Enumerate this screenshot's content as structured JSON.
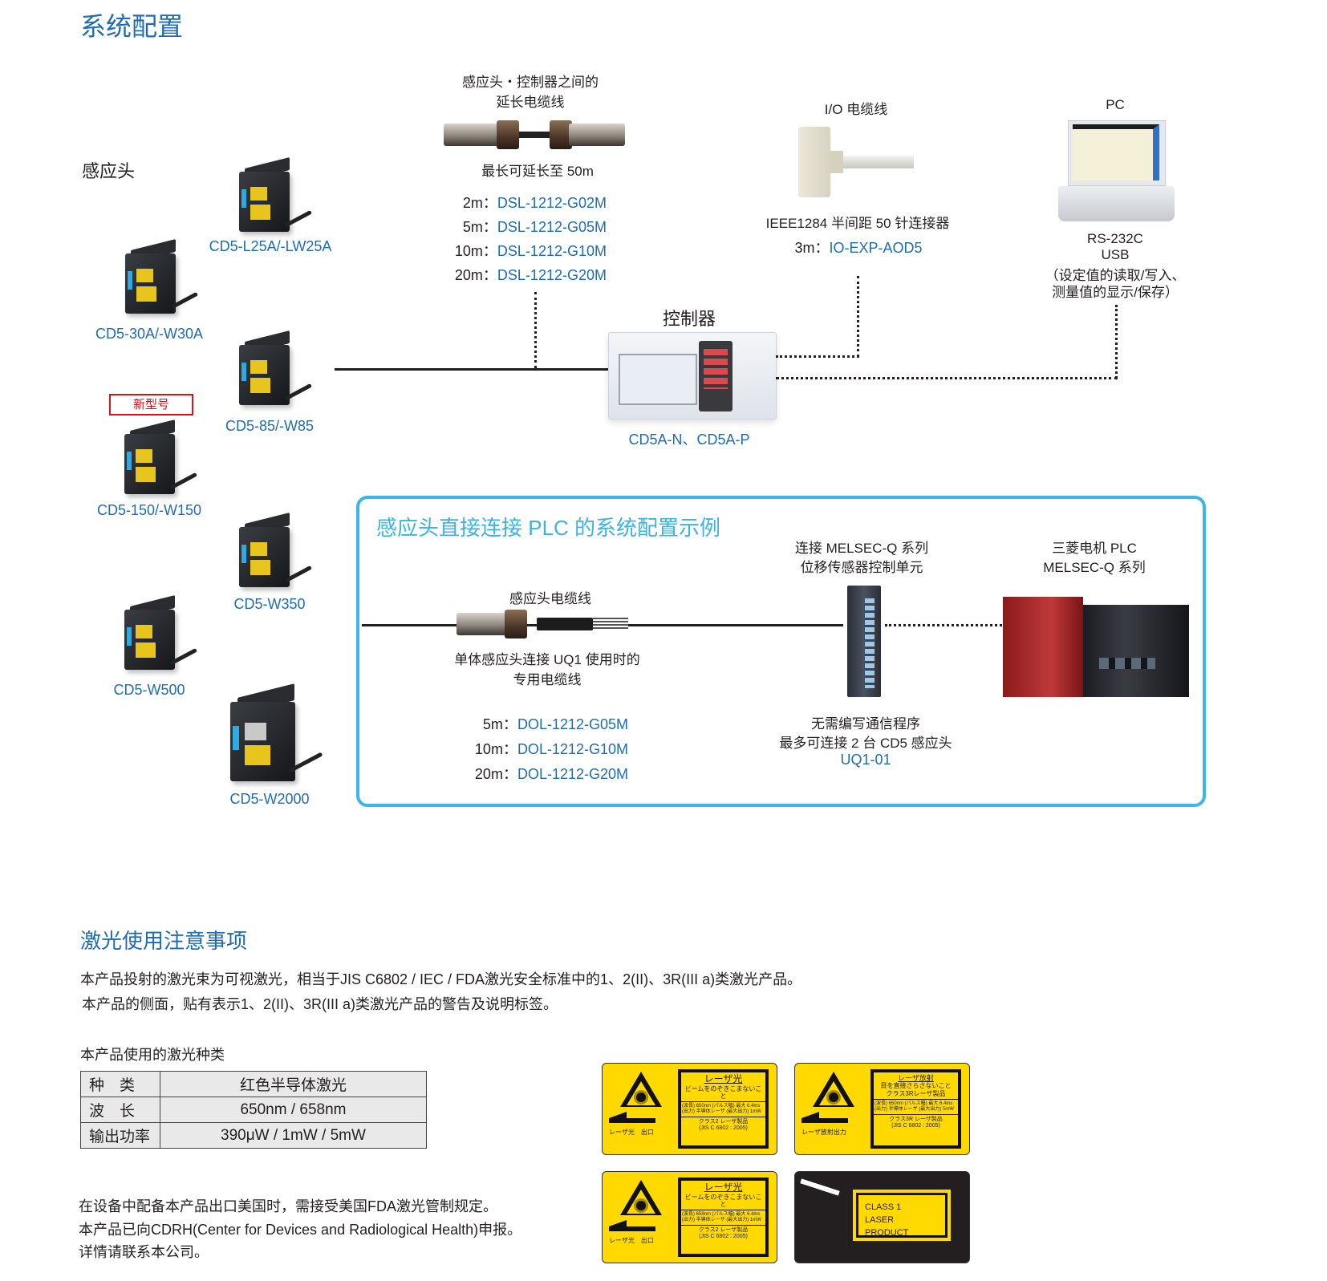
{
  "system": {
    "title": "系统配置",
    "sensor_heading": "感应头",
    "new_model_badge": "新型号",
    "sensors": [
      "CD5-L25A/-LW25A",
      "CD5-30A/-W30A",
      "CD5-85/-W85",
      "CD5-150/-W150",
      "CD5-W350",
      "CD5-W500",
      "CD5-W2000"
    ],
    "ext_cable": {
      "title_line1": "感应头・控制器之间的",
      "title_line2": "延长电缆线",
      "note": "最长可延长至 50m",
      "items": [
        {
          "length": "2m：",
          "model": "DSL-1212-G02M"
        },
        {
          "length": "5m：",
          "model": "DSL-1212-G05M"
        },
        {
          "length": "10m：",
          "model": "DSL-1212-G10M"
        },
        {
          "length": "20m：",
          "model": "DSL-1212-G20M"
        }
      ]
    },
    "controller": {
      "title": "控制器",
      "models": "CD5A-N、CD5A-P"
    },
    "io_cable": {
      "title": "I/O 电缆线",
      "connector": "IEEE1284 半间距 50 针连接器",
      "length": "3m：",
      "model": "IO-EXP-AOD5"
    },
    "pc": {
      "title": "PC",
      "line1": "RS-232C",
      "line2": "USB",
      "line3": "（设定值的读取/写入、",
      "line4": "测量值的显示/保存）"
    }
  },
  "plc": {
    "title": "感应头直接连接 PLC 的系统配置示例",
    "unit_line1": "连接 MELSEC-Q 系列",
    "unit_line2": "位移传感器控制单元",
    "plc_line1": "三菱电机 PLC",
    "plc_line2": "MELSEC-Q 系列",
    "cable_title": "感应头电缆线",
    "cable_desc1": "单体感应头连接 UQ1 使用时的",
    "cable_desc2": "专用电缆线",
    "cables": [
      {
        "length": "5m：",
        "model": "DOL-1212-G05M"
      },
      {
        "length": "10m：",
        "model": "DOL-1212-G10M"
      },
      {
        "length": "20m：",
        "model": "DOL-1212-G20M"
      }
    ],
    "unit_note1": "无需编写通信程序",
    "unit_note2": "最多可连接 2 台 CD5 感应头",
    "unit_model": "UQ1-01"
  },
  "laser": {
    "title": "激光使用注意事项",
    "para1": "本产品投射的激光束为可视激光，相当于JIS C6802 / IEC / FDA激光安全标准中的1、2(II)、3R(III a)类激光产品。",
    "para2": "本产品的侧面，贴有表示1、2(II)、3R(III a)类激光产品的警告及说明标签。",
    "table_caption": "本产品使用的激光种类",
    "table": [
      {
        "key": "种　类",
        "value": "红色半导体激光"
      },
      {
        "key": "波　长",
        "value": "650nm / 658nm"
      },
      {
        "key": "输出功率",
        "value": "390μW / 1mW / 5mW"
      }
    ],
    "note1": "在设备中配备本产品出口美国时，需接受美国FDA激光管制规定。",
    "note2": "本产品已向CDRH(Center for Devices and Radiological Health)申报。",
    "note3": "详情请联系本公司。",
    "labels": [
      {
        "title": "レーザ光",
        "sub": "ビームをのぞきこまないこと",
        "spec1": "(波長) 650nm (パルス幅) 最大 6.4ms",
        "spec2": "(出力) 半導体レーザ (最大出力) 1mW",
        "cls": "クラス2 レーザ製品",
        "std": "(JIS C 6802 : 2005)",
        "arrow": "レーザ光　出口"
      },
      {
        "title": "レーザ放射",
        "sub": "目を直接さらさないこと",
        "sub2": "クラス3Rレーザ製品",
        "spec1": "(波長) 650nm (パルス幅) 最大 6.4ms",
        "spec2": "(出力) 半導体レーザ (最大出力) 5mW",
        "cls": "クラス3R レーザ製品",
        "std": "(JIS C 6802 : 2005)",
        "arrow": "レーザ放射出力"
      },
      {
        "title": "レーザ光",
        "sub": "ビームをのぞきこまないこと",
        "spec1": "(波長) 658nm (パルス幅) 最大 6.4ms",
        "spec2": "(出力) 半導体レーザ (最大出力) 1mW",
        "cls": "クラス2 レーザ製品",
        "std": "(JIS C 6802 : 2005)",
        "arrow": "レーザ光　出口"
      },
      {
        "line1": "CLASS 1",
        "line2": "LASER PRODUCT"
      }
    ]
  },
  "colors": {
    "heading": "#1e6db4",
    "model_link": "#1e6db4",
    "plc_box": "#3bb6e8",
    "new_badge": "#d7141d",
    "label_yellow": "#ffd900"
  }
}
